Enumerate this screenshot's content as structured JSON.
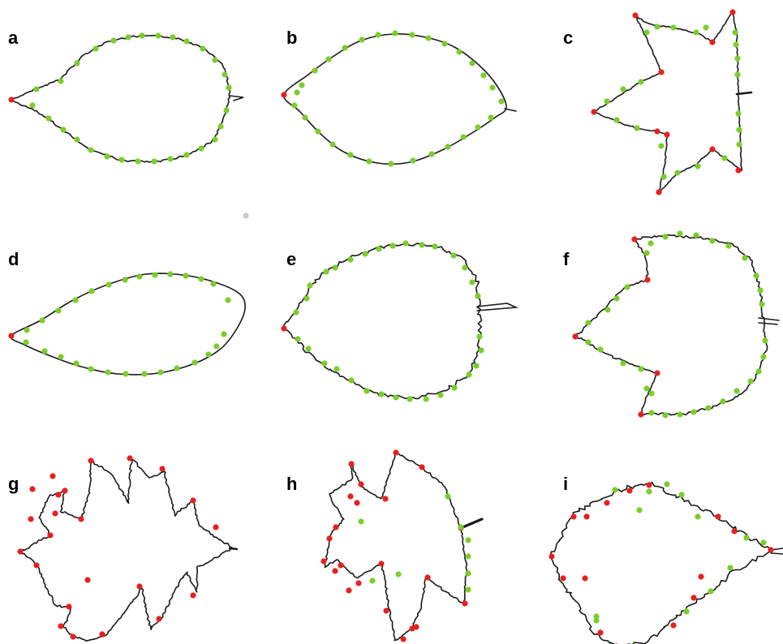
{
  "colors": {
    "outline": "#1a1a1a",
    "point_green": "#7ccd2a",
    "point_red": "#e81f1f",
    "background": "#ffffff"
  },
  "panels": [
    {
      "id": "a",
      "label": "a"
    },
    {
      "id": "b",
      "label": "b"
    },
    {
      "id": "c",
      "label": "c"
    },
    {
      "id": "d",
      "label": "d"
    },
    {
      "id": "e",
      "label": "e"
    },
    {
      "id": "f",
      "label": "f"
    },
    {
      "id": "g",
      "label": "g"
    },
    {
      "id": "h",
      "label": "h"
    },
    {
      "id": "i",
      "label": "i"
    }
  ]
}
